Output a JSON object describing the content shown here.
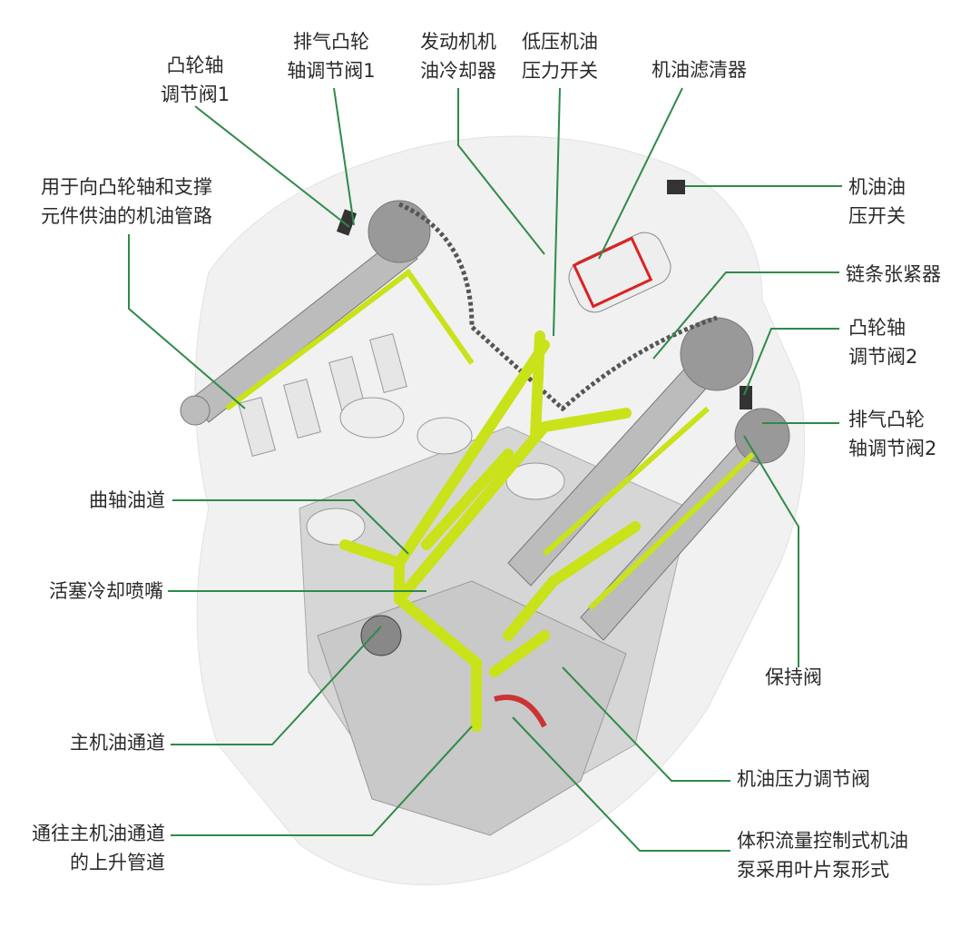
{
  "colors": {
    "leader_line": "#2f8a4a",
    "oil_channel": "#c9e21a",
    "engine_body": "#d9d9d9"
  },
  "labels": {
    "cam_valve_1": [
      "凸轮轴",
      "调节阀1"
    ],
    "exhaust_cam_valve_1": [
      "排气凸轮",
      "轴调节阀1"
    ],
    "oil_cooler": [
      "发动机机",
      "油冷却器"
    ],
    "low_pressure_switch": [
      "低压机油",
      "压力开关"
    ],
    "oil_filter": [
      "机油滤清器"
    ],
    "oil_pressure_switch": [
      "机油油",
      "压开关"
    ],
    "cam_supply_line": [
      "用于向凸轮轴和支撑",
      "元件供油的机油管路"
    ],
    "chain_tensioner": [
      "链条张紧器"
    ],
    "cam_valve_2": [
      "凸轮轴",
      "调节阀2"
    ],
    "exhaust_cam_valve_2": [
      "排气凸轮",
      "轴调节阀2"
    ],
    "crankshaft_channel": [
      "曲轴油道"
    ],
    "piston_nozzle": [
      "活塞冷却喷嘴"
    ],
    "retaining_valve": [
      "保持阀"
    ],
    "main_gallery": [
      "主机油通道"
    ],
    "pressure_regulator": [
      "机油压力调节阀"
    ],
    "riser_pipe": [
      "通往主机油通道",
      "的上升管道"
    ],
    "vane_pump": [
      "体积流量控制式机油",
      "泵采用叶片泵形式"
    ]
  }
}
